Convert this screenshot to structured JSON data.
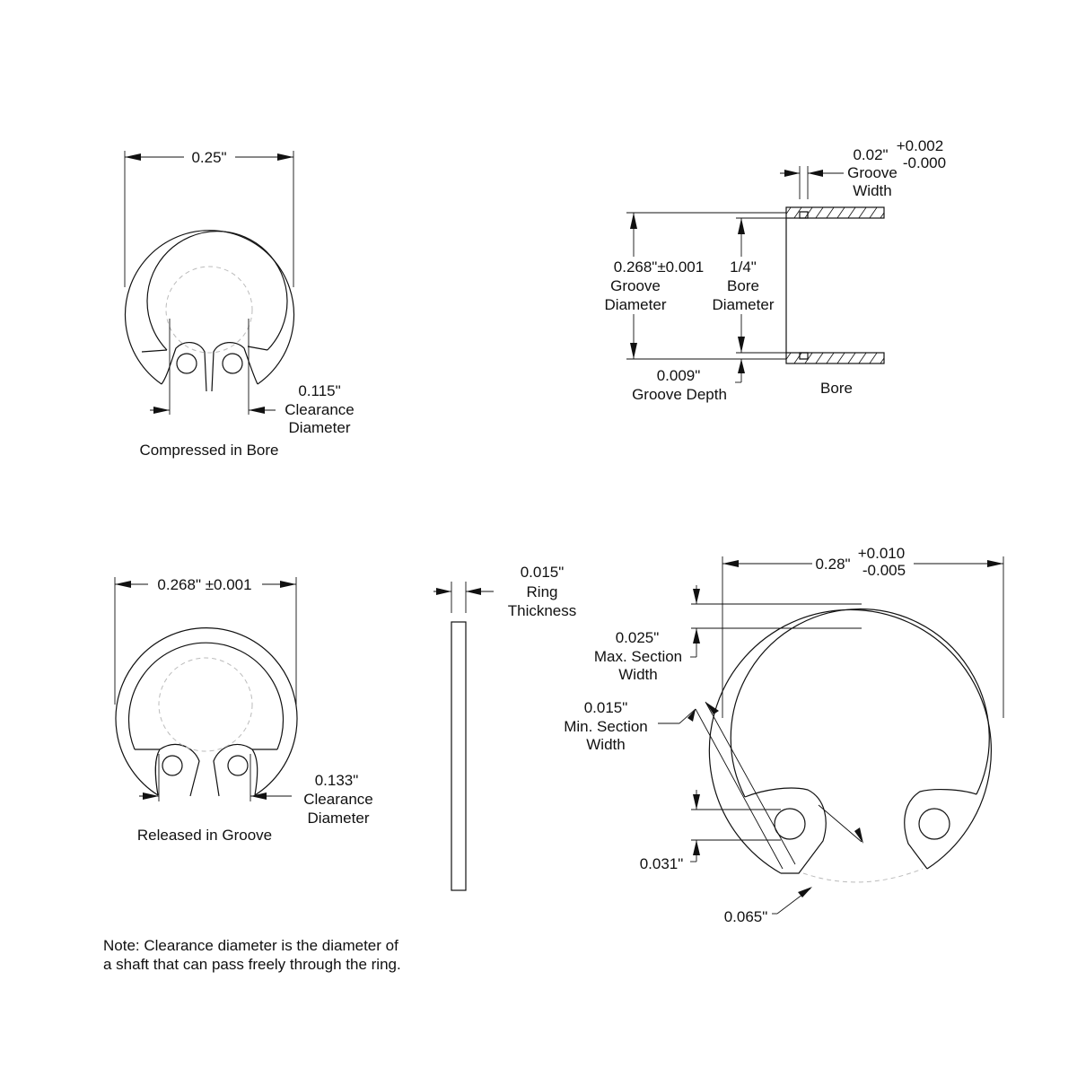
{
  "views": {
    "compressed": {
      "caption": "Compressed in Bore",
      "outer_dim": "0.25\"",
      "clearance": {
        "value": "0.115\"",
        "line1": "Clearance",
        "line2": "Diameter"
      }
    },
    "bore": {
      "caption": "Bore",
      "groove_width": {
        "value": "0.02\"",
        "tol_plus": "+0.002",
        "tol_minus": "-0.000",
        "line1": "Groove",
        "line2": "Width"
      },
      "groove_diameter": {
        "value": "0.268\"±0.001",
        "line1": "Groove",
        "line2": "Diameter"
      },
      "bore_diameter": {
        "value": "1/4\"",
        "line1": "Bore",
        "line2": "Diameter"
      },
      "groove_depth": {
        "value": "0.009\"",
        "label": "Groove Depth"
      }
    },
    "released": {
      "caption": "Released in Groove",
      "outer_dim": "0.268\" ±0.001",
      "clearance": {
        "value": "0.133\"",
        "line1": "Clearance",
        "line2": "Diameter"
      }
    },
    "thickness": {
      "value": "0.015\"",
      "line1": "Ring",
      "line2": "Thickness"
    },
    "detail": {
      "outer_dim": {
        "value": "0.28\"",
        "tol_plus": "+0.010",
        "tol_minus": "-0.005"
      },
      "max_section": {
        "value": "0.025\"",
        "line1": "Max. Section",
        "line2": "Width"
      },
      "min_section": {
        "value": "0.015\"",
        "line1": "Min. Section",
        "line2": "Width"
      },
      "lug_dim": "0.031\"",
      "lug_radius": "0.065\""
    }
  },
  "note": {
    "line1": "Note: Clearance diameter is the diameter of",
    "line2": "a shaft that can pass freely through the ring."
  }
}
